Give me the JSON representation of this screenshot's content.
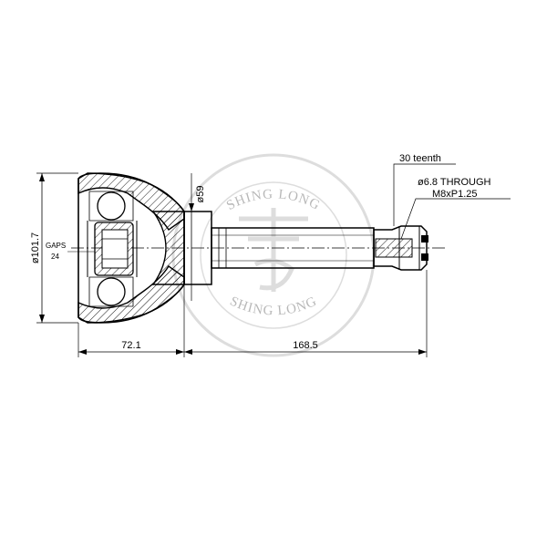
{
  "drawing": {
    "callouts": {
      "teeth": "30 teenth",
      "through_hole": "ø6.8 THROUGH",
      "thread": "M8xP1.25"
    },
    "dimensions": {
      "outer_diameter": "ø101.7",
      "stem_diameter": "ø59",
      "bell_length": "72.1",
      "shaft_length": "168.5",
      "gaps_label": "GAPS",
      "gaps_value": "24"
    },
    "watermark": {
      "text": "SHING LONG"
    },
    "colors": {
      "line": "#000000",
      "watermark": "#b0b0b0",
      "background": "#ffffff"
    }
  }
}
